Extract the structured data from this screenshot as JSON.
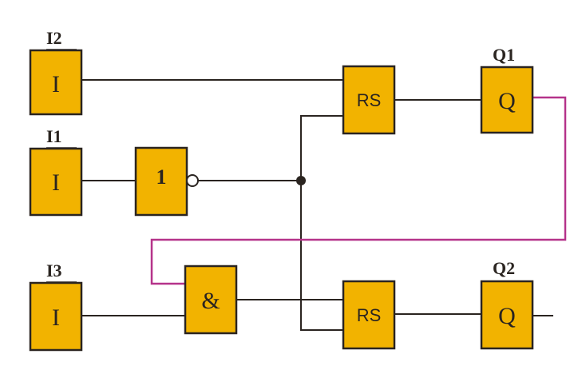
{
  "diagram": {
    "labels": {
      "i2": "I2",
      "i1": "I1",
      "i3": "I3",
      "q1": "Q1",
      "q2": "Q2"
    },
    "blocks": {
      "input_i2": "I",
      "input_i1": "I",
      "input_i3": "I",
      "not_gate": "1",
      "and_gate": "&",
      "rs_top": "RS",
      "rs_bottom": "RS",
      "output_q1": "Q",
      "output_q2": "Q"
    },
    "colors": {
      "block_fill": "#F2B300",
      "wire": "#2a2420",
      "feedback_wire": "#B5338A"
    }
  }
}
